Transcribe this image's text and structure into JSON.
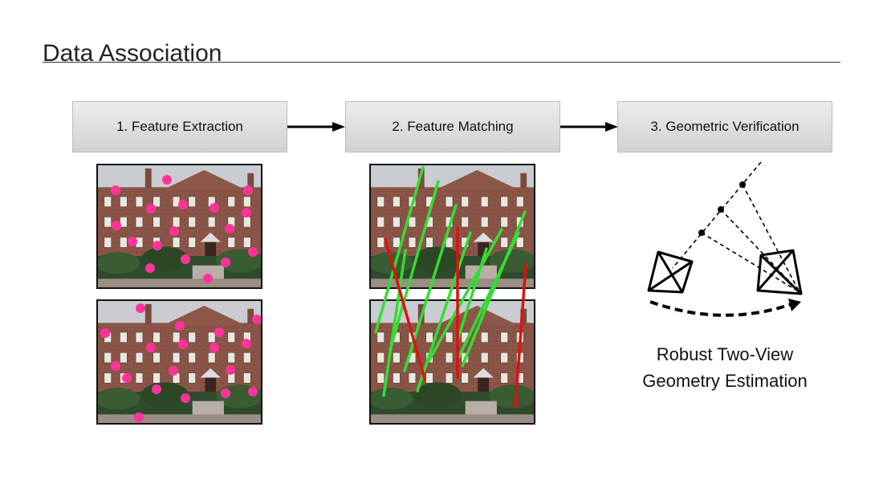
{
  "slide": {
    "title": "Data Association"
  },
  "steps": [
    {
      "label": "1. Feature Extraction"
    },
    {
      "label": "2. Feature Matching"
    },
    {
      "label": "3. Geometric Verification"
    }
  ],
  "geometry": {
    "line1": "Robust Two-View",
    "line2": "Geometry Estimation"
  },
  "colors": {
    "keypoint": "#ff3399",
    "inlier_match": "#33dd33",
    "outlier_match": "#dd1111"
  }
}
